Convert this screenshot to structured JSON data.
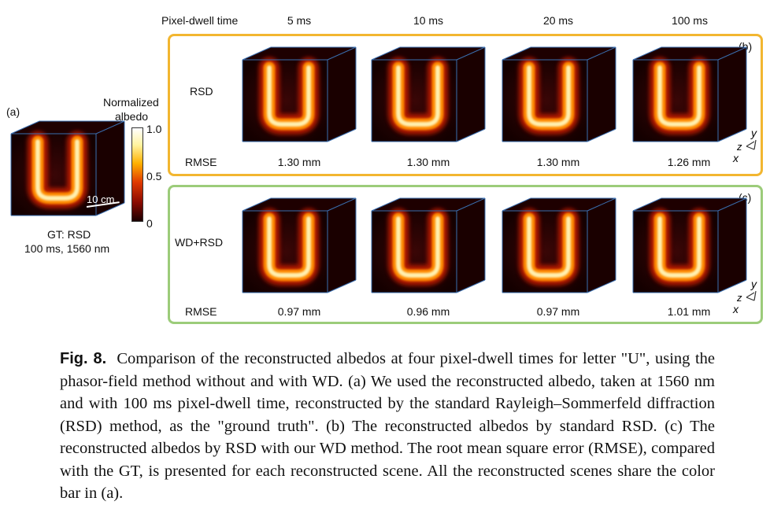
{
  "header": {
    "dwell_label": "Pixel-dwell time",
    "times": [
      "5 ms",
      "10 ms",
      "20 ms",
      "100 ms"
    ]
  },
  "panel_a": {
    "tag": "(a)",
    "colorbar_title_line1": "Normalized",
    "colorbar_title_line2": "albedo",
    "colorbar_ticks": [
      "1.0",
      "0.5",
      "0"
    ],
    "scale_bar": "10 cm",
    "gt_line1": "GT: RSD",
    "gt_line2": "100 ms, 1560 nm"
  },
  "panel_b": {
    "tag": "(b)",
    "row_label": "RSD",
    "rmse_label": "RMSE",
    "rmse_values": [
      "1.30 mm",
      "1.30 mm",
      "1.30 mm",
      "1.26 mm"
    ],
    "border_color": "#f2b630"
  },
  "panel_c": {
    "tag": "(c)",
    "row_label": "WD+RSD",
    "rmse_label": "RMSE",
    "rmse_values": [
      "0.97 mm",
      "0.96 mm",
      "0.97 mm",
      "1.01 mm"
    ],
    "border_color": "#9ccc7a"
  },
  "axes": {
    "x": "x",
    "y": "y",
    "z": "z"
  },
  "caption": {
    "fig_label": "Fig. 8.",
    "text": "Comparison of the reconstructed albedos at four pixel-dwell times for letter \"U\", using the phasor-field method without and with WD. (a) We used the reconstructed albedo, taken at 1560 nm and with 100 ms pixel-dwell time, reconstructed by the standard Rayleigh–Sommerfeld diffraction (RSD) method, as the \"ground truth\". (b) The reconstructed albedos by standard RSD. (c) The reconstructed albedos by RSD with our WD method. The root mean square error (RMSE), compared with the GT, is presented for each reconstructed scene. All the reconstructed scenes share the color bar in (a)."
  }
}
